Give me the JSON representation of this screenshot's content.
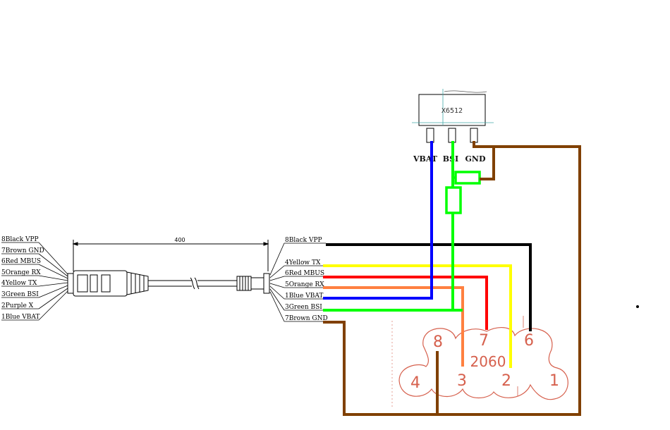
{
  "cable": {
    "length_label": "400",
    "left_pins": [
      "8Black VPP",
      "7Brown GND",
      "6Red MBUS",
      "5Orange RX",
      "4Yellow TX",
      "3Green BSI",
      "2Purple X",
      "1Blue VBAT"
    ],
    "right_pins": [
      "8Black VPP",
      "4Yellow TX",
      "6Red MBUS",
      "5Orange RX",
      "1Blue VBAT",
      "3Green BSI",
      "7Brown GND"
    ]
  },
  "chip": {
    "id": "X6512",
    "pins": [
      "VBAT",
      "BSI",
      "GND"
    ]
  },
  "connector": {
    "id": "2060",
    "pin_numbers": [
      "8",
      "7",
      "6",
      "4",
      "3",
      "2",
      "1"
    ]
  },
  "colors": {
    "black": "#000000",
    "yellow": "#ffff00",
    "red": "#ff0000",
    "orange": "#ff8040",
    "blue": "#0000ff",
    "green": "#00ff00",
    "brown": "#804000",
    "connector": "#d6604d"
  }
}
